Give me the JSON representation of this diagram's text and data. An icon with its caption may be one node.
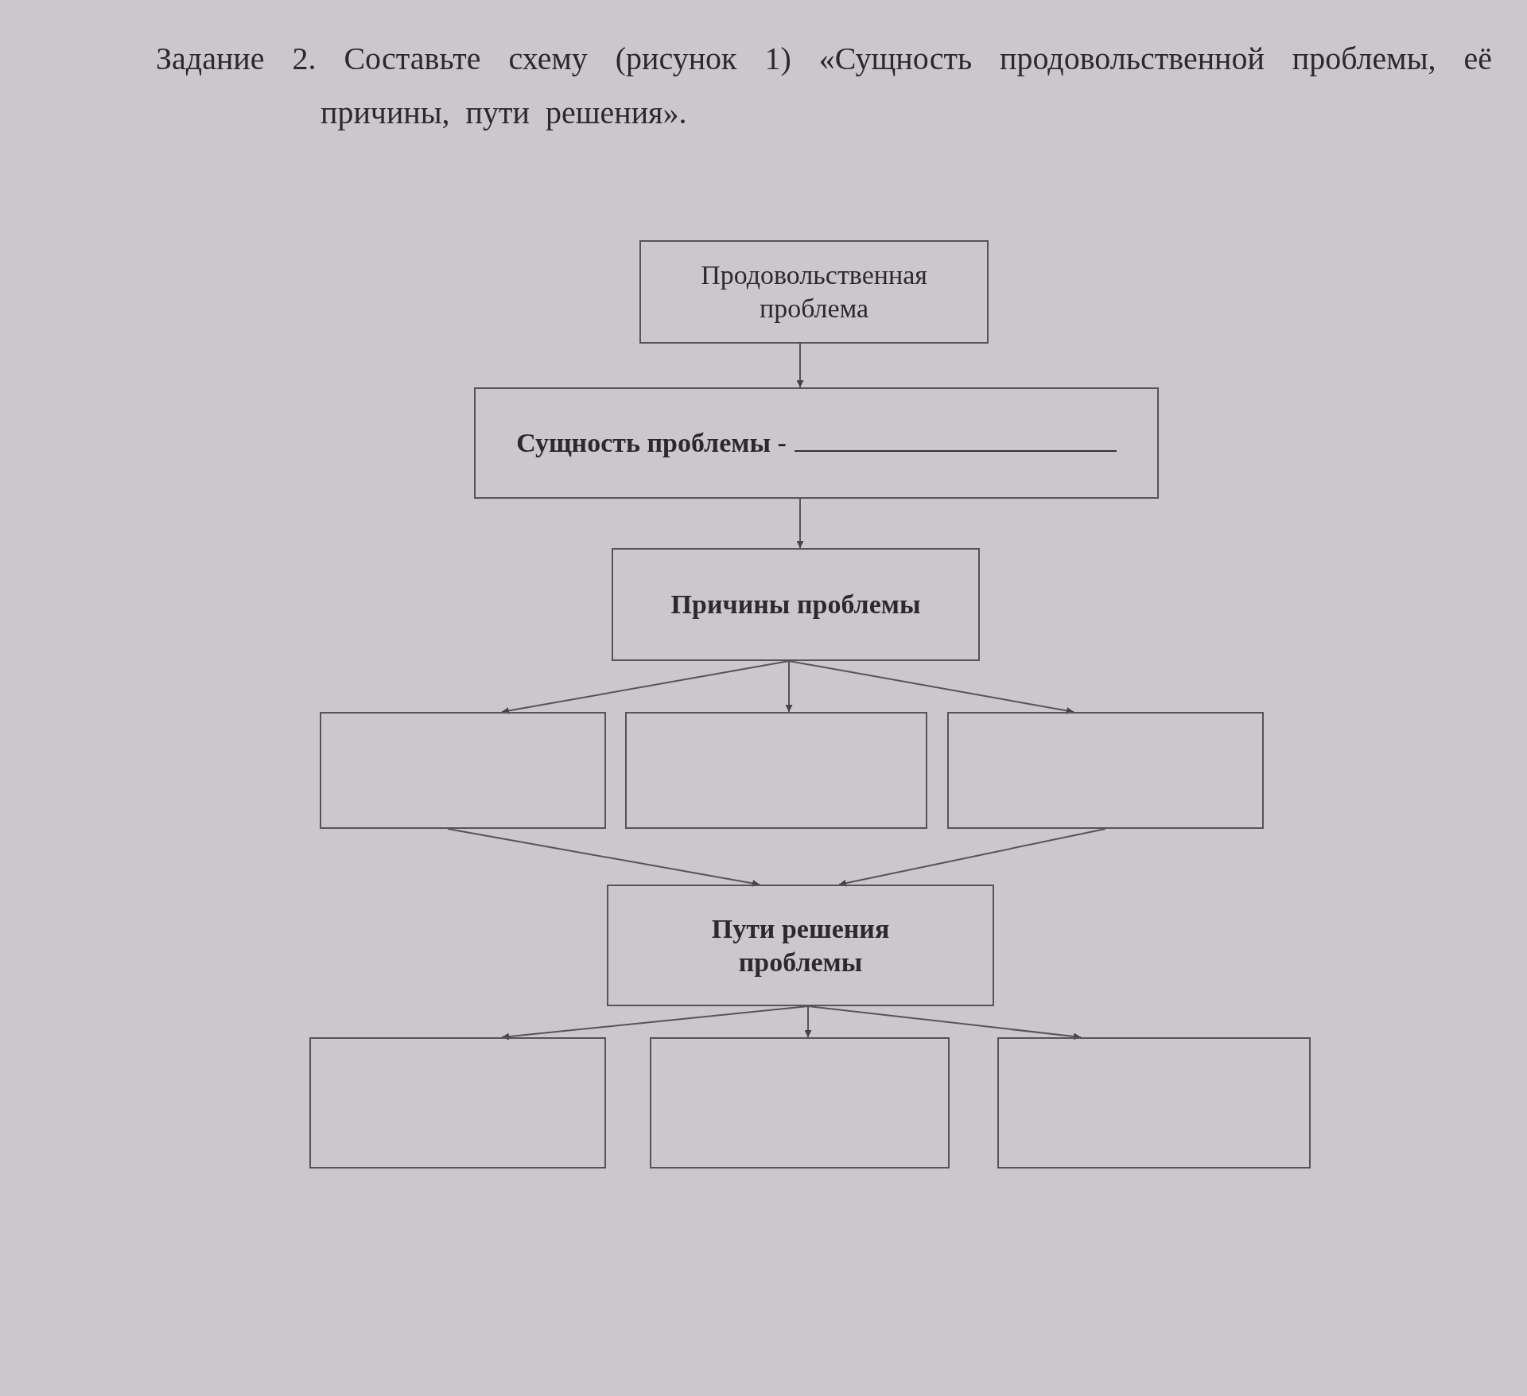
{
  "diagram": {
    "title": "Задание 2. Составьте схему (рисунок 1) «Сущность продовольственной проблемы, её причины, пути решения».",
    "nodes": [
      {
        "text": [
          "Продовольственная проблема"
        ]
      },
      {
        "text": [
          "Сущность проблемы -"
        ]
      },
      {
        "text": [
          "Причины проблемы"
        ]
      },
      {
        "text": [],
        "shape": "box"
      },
      {
        "text": [],
        "shape": "box"
      },
      {
        "text": [],
        "shape": "box"
      },
      {
        "text": [
          "Пути решения проблемы"
        ]
      },
      {
        "text": [],
        "shape": "box"
      },
      {
        "text": [],
        "shape": "box"
      },
      {
        "text": [],
        "shape": "box"
      }
    ],
    "edges": [
      {
        "from": 0,
        "to": 1,
        "arrow": "to"
      },
      {
        "from": 1,
        "to": 2,
        "arrow": "to"
      },
      {
        "from": 2,
        "to": 3,
        "arrow": "to"
      },
      {
        "from": 2,
        "to": 4,
        "arrow": "to"
      },
      {
        "from": 2,
        "to": 5,
        "arrow": "to"
      },
      {
        "from": 3,
        "to": 6,
        "arrow": "to"
      },
      {
        "from": 5,
        "to": 6,
        "arrow": "to"
      },
      {
        "from": 6,
        "to": 7,
        "arrow": "to"
      },
      {
        "from": 6,
        "to": 8,
        "arrow": "to"
      },
      {
        "from": 6,
        "to": 9,
        "arrow": "to"
      }
    ]
  }
}
